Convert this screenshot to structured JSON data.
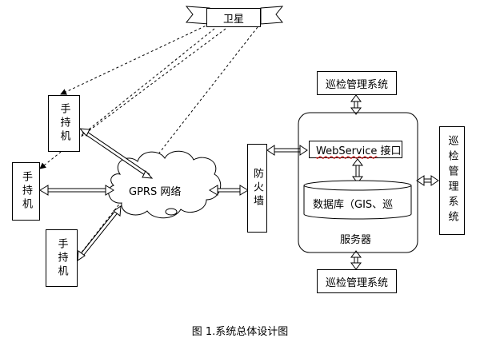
{
  "satellite": {
    "label": "卫星"
  },
  "handheld_1": {
    "label": "手持机"
  },
  "handheld_2": {
    "label": "手持机"
  },
  "handheld_3": {
    "label": "手持机"
  },
  "network": {
    "label": "GPRS 网络"
  },
  "firewall": {
    "label": "防火墙"
  },
  "server": {
    "label": "服务器",
    "webservice_prefix": "WebService",
    "webservice_suffix": " 接口",
    "database": "数据库（GIS、巡"
  },
  "inspection_top": {
    "label": "巡检管理系统"
  },
  "inspection_bottom": {
    "label": "巡检管理系统"
  },
  "inspection_right": {
    "label": "巡检管理系统"
  },
  "caption": "图 1.系统总体设计图"
}
